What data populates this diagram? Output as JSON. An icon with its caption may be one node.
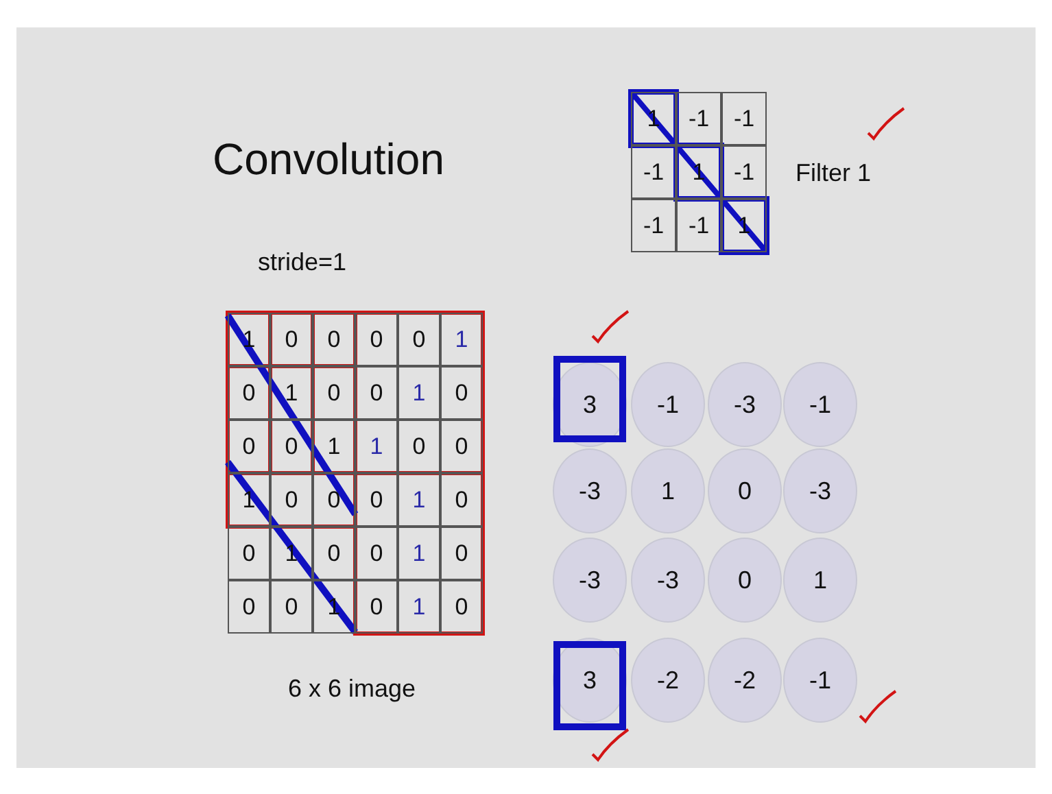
{
  "diagram": {
    "title": "Convolution",
    "nodes": [
      {
        "text": [
          "3"
        ]
      },
      {
        "text": [
          "-1"
        ]
      },
      {
        "text": [
          "-3"
        ]
      },
      {
        "text": [
          "-1"
        ]
      },
      {
        "text": [
          "-3"
        ]
      },
      {
        "text": [
          "1"
        ]
      },
      {
        "text": [
          "0"
        ]
      },
      {
        "text": [
          "-3"
        ]
      },
      {
        "text": [
          "-3"
        ]
      },
      {
        "text": [
          "-3"
        ]
      },
      {
        "text": [
          "0"
        ]
      },
      {
        "text": [
          "1"
        ]
      },
      {
        "text": [
          "3"
        ]
      },
      {
        "text": [
          "-2"
        ]
      },
      {
        "text": [
          "-2"
        ]
      },
      {
        "text": [
          "-1"
        ]
      }
    ],
    "labels": [
      "1",
      "-1",
      "-1",
      "-1",
      "1",
      "-1",
      "-1",
      "-1",
      "1",
      "Filter 1",
      "stride=1",
      "1",
      "0",
      "0",
      "0",
      "0",
      "1",
      "0",
      "1",
      "0",
      "0",
      "1",
      "0",
      "0",
      "0",
      "1",
      "1",
      "0",
      "0",
      "1",
      "0",
      "0",
      "0",
      "1",
      "0",
      "0",
      "1",
      "0",
      "0",
      "1",
      "0",
      "0",
      "0",
      "1",
      "0",
      "1",
      "0",
      "6 x 6 image"
    ]
  }
}
